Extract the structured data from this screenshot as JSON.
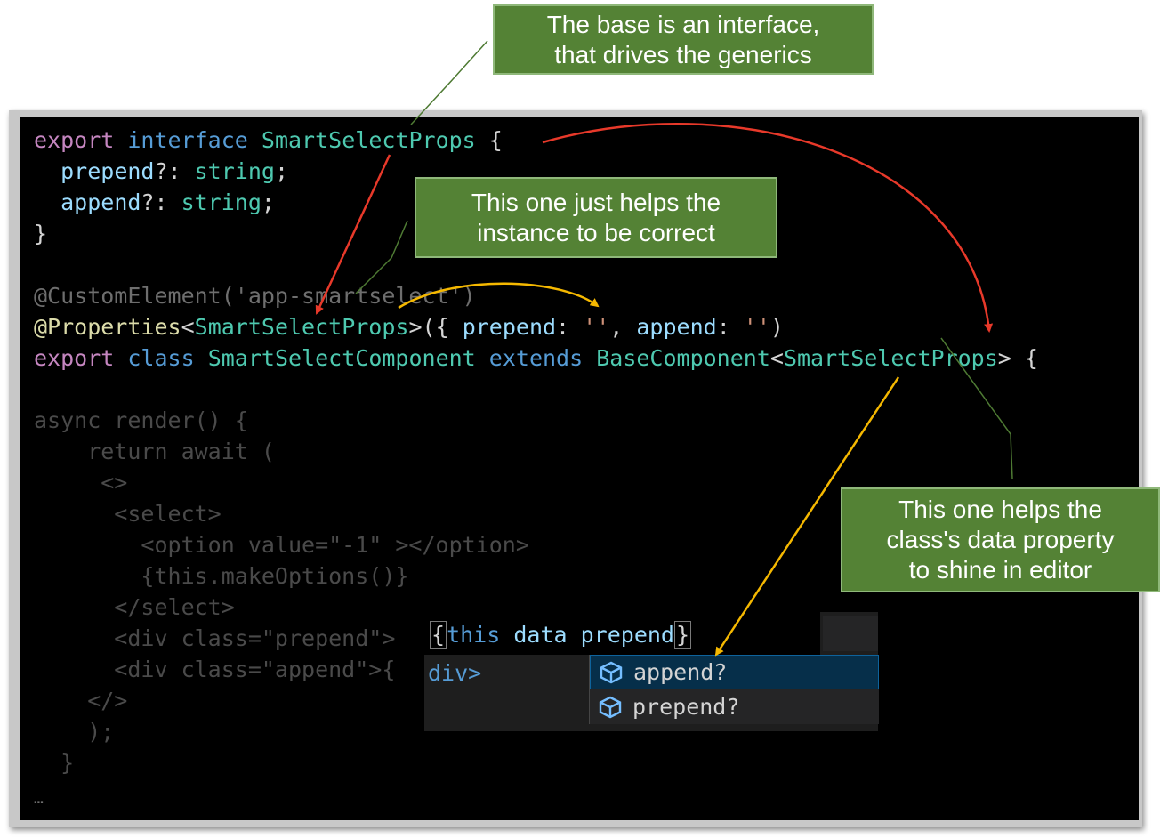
{
  "callouts": {
    "top": [
      "The base is an interface,",
      "that drives the generics"
    ],
    "middle": [
      "This one just helps the",
      "instance to be correct"
    ],
    "right": [
      "This one helps the",
      "class's data property",
      "to shine in editor"
    ]
  },
  "code": {
    "l1": {
      "kw": "export",
      "kw2": "interface",
      "name": "SmartSelectProps",
      "brace": " {"
    },
    "l2": {
      "prop": "prepend",
      "op": "?: ",
      "type": "string",
      "end": ";"
    },
    "l3": {
      "prop": "append",
      "op": "?: ",
      "type": "string",
      "end": ";"
    },
    "l4": "}",
    "l5": "@CustomElement('app-smartselect')",
    "l6": {
      "dec": "@Properties",
      "lt": "<",
      "type": "SmartSelectProps",
      "open": ">({ ",
      "p1": "prepend",
      "colon1": ": ",
      "s1": "''",
      "comma": ", ",
      "p2": "append",
      "colon2": ": ",
      "s2": "''",
      "close": ")"
    },
    "l7": {
      "kw": "export",
      "kw2a": "class",
      "name": "SmartSelectComponent",
      "kw2b": "extends",
      "base": "BaseComponent",
      "lt": "<",
      "type": "SmartSelectProps",
      "gt": "> {"
    },
    "l8": "async render() {",
    "l9": "    return await (",
    "l10": "     <>",
    "l11": "      <select>",
    "l12": "        <option value=\"-1\" ></option>",
    "l13": "        {this.makeOptions()}",
    "l14": "      </select>",
    "l15": "      <div class=\"prepend\">",
    "l16": "      <div class=\"append\">{",
    "l17": "    </>",
    "l18": "    );",
    "l19": "  }",
    "l20": "…"
  },
  "autocomplete": {
    "open_brace": "{",
    "this_kw": "this",
    "dot1": ".",
    "data": "data",
    "dot2": ".",
    "prop": "prepend",
    "close_brace": "}",
    "div_text": "div>",
    "items": [
      {
        "label": "append?",
        "icon": "property-cube-icon",
        "selected": true
      },
      {
        "label": "prepend?",
        "icon": "property-cube-icon",
        "selected": false
      }
    ]
  },
  "colors": {
    "callout": "#548235",
    "arrow_red": "#e8392a",
    "arrow_yellow": "#f5b800",
    "leader_green": "#4e7a33"
  }
}
